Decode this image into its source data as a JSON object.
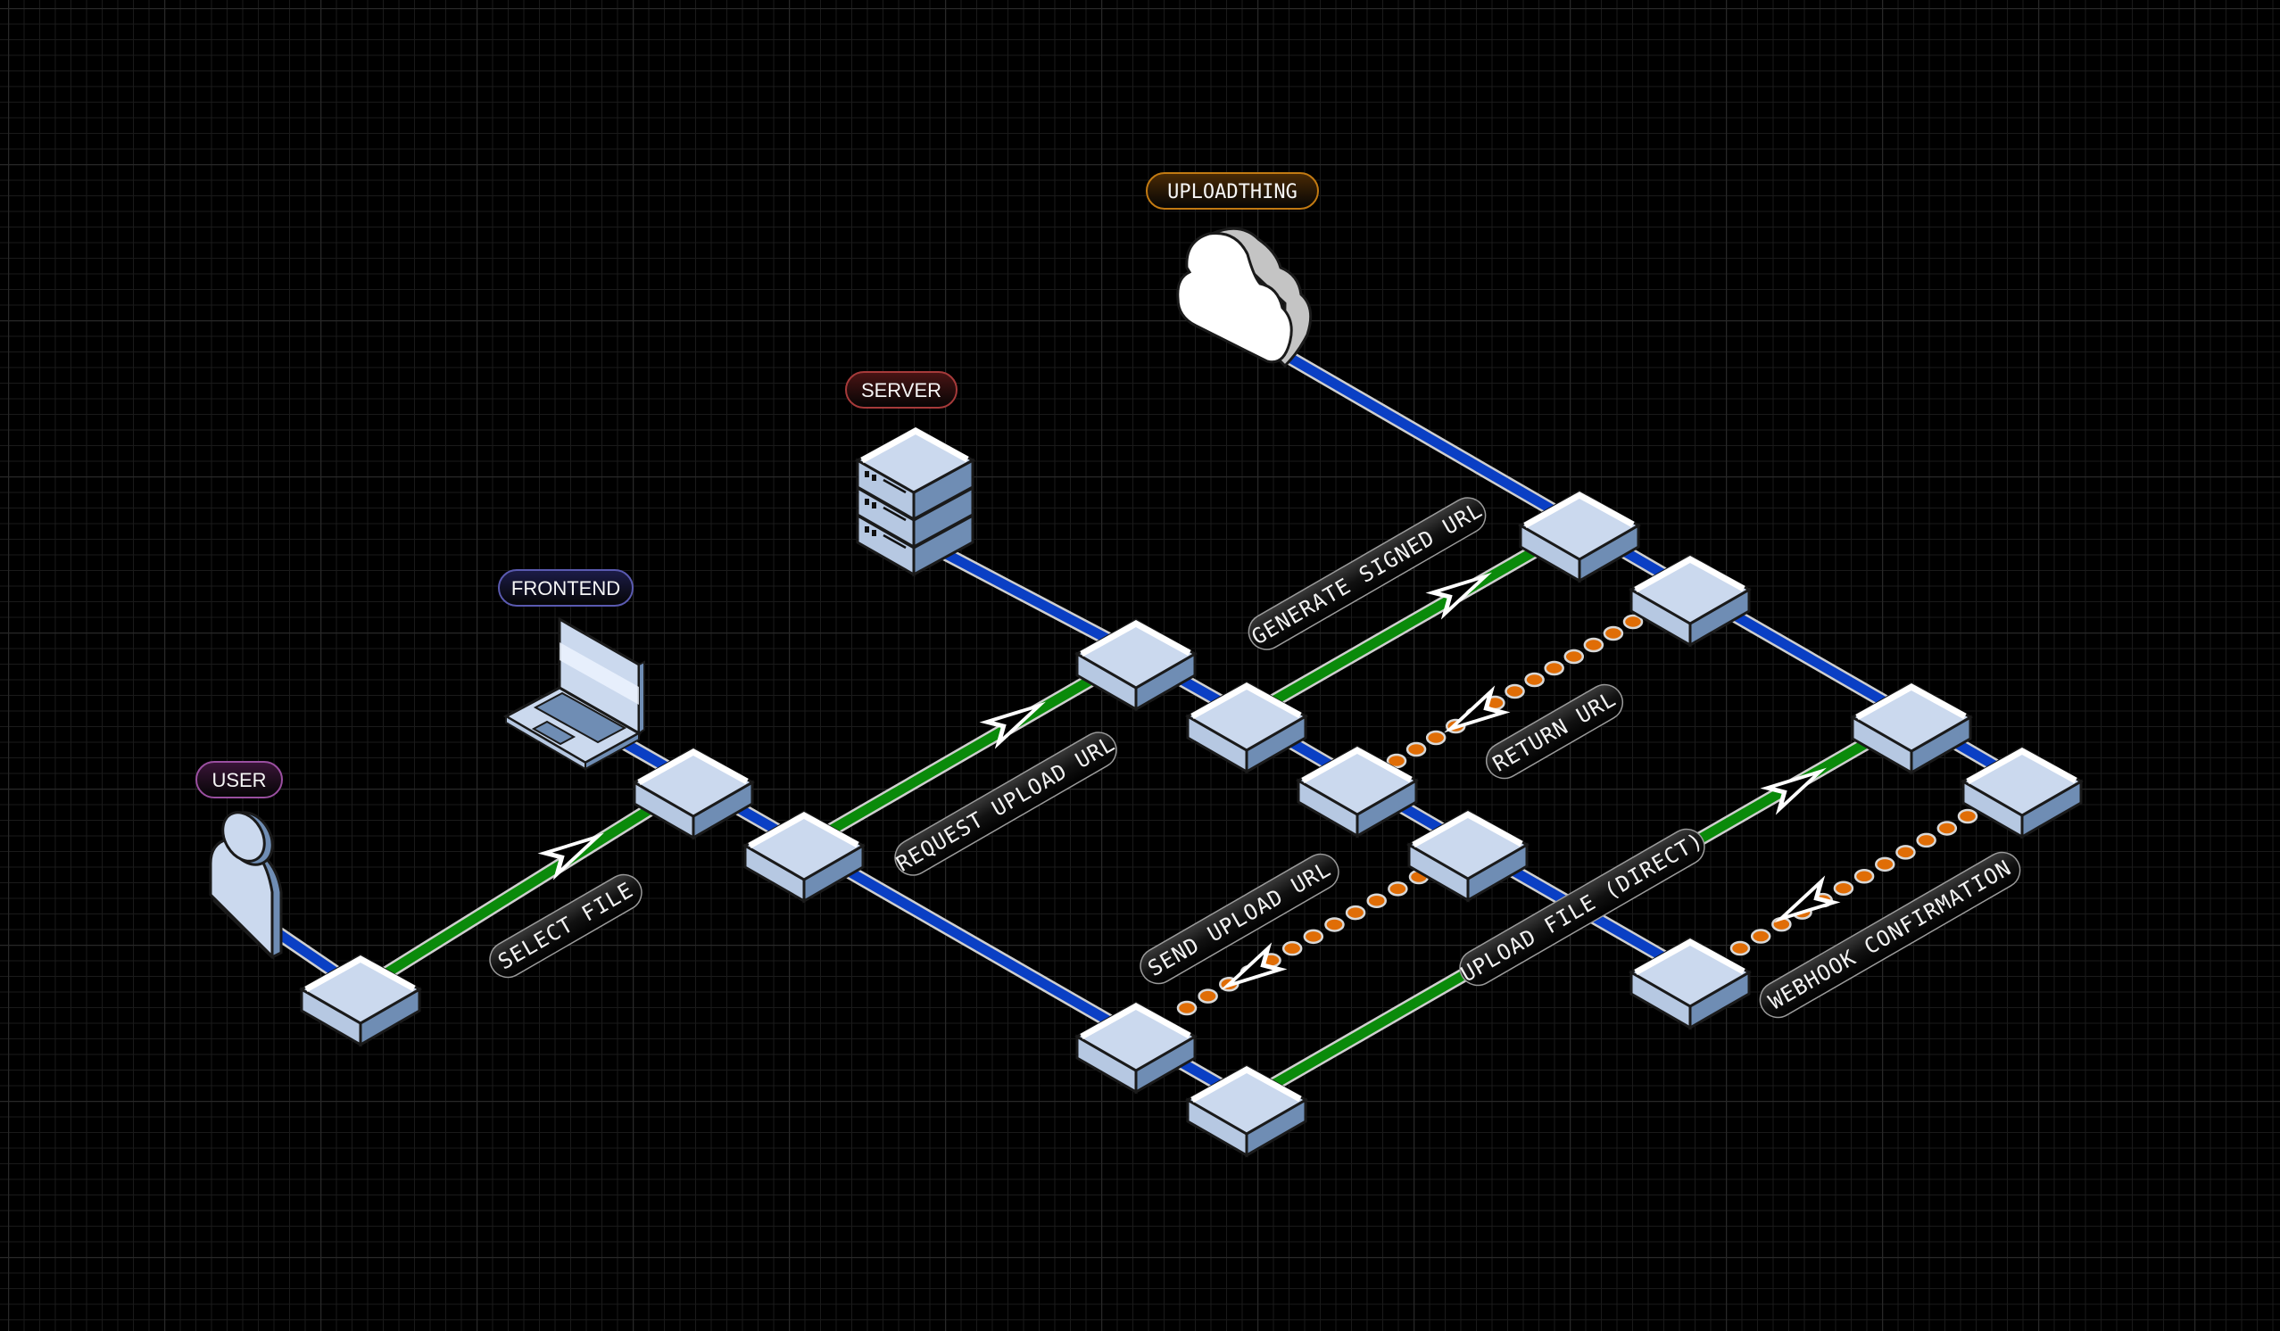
{
  "diagram": {
    "title": "File upload flow via UploadThing",
    "colors": {
      "background": "#000000",
      "grid_minor": "#1a1a1a",
      "grid_major": "#262626",
      "flow_line": "#0a8a0a",
      "backbone_line": "#0a3fc4",
      "response_dot": "#e06d06",
      "node_top": "#cbd9ee",
      "node_left": "#b6c8e2",
      "node_right": "#6f8db4"
    },
    "actors": [
      {
        "id": "user",
        "label": "USER",
        "icon": "person-icon",
        "accent": "#9a4fa0",
        "fill": "#3a1538"
      },
      {
        "id": "frontend",
        "label": "FRONTEND",
        "icon": "laptop-icon",
        "accent": "#5a5ab0",
        "fill": "#1c1c48"
      },
      {
        "id": "server",
        "label": "SERVER",
        "icon": "server-rack-icon",
        "accent": "#a63a3a",
        "fill": "#4a1414"
      },
      {
        "id": "uploadthing",
        "label": "UPLOADTHING",
        "icon": "cloud-icon",
        "accent": "#c27a12",
        "fill": "#4a2a05"
      }
    ],
    "steps": [
      {
        "n": 1,
        "label": "SELECT FILE",
        "from": "user",
        "to": "frontend",
        "kind": "request"
      },
      {
        "n": 2,
        "label": "REQUEST UPLOAD URL",
        "from": "frontend",
        "to": "server",
        "kind": "request"
      },
      {
        "n": 3,
        "label": "GENERATE SIGNED URL",
        "from": "server",
        "to": "uploadthing",
        "kind": "request"
      },
      {
        "n": 4,
        "label": "RETURN URL",
        "from": "uploadthing",
        "to": "server",
        "kind": "response"
      },
      {
        "n": 5,
        "label": "SEND UPLOAD URL",
        "from": "server",
        "to": "frontend",
        "kind": "response"
      },
      {
        "n": 6,
        "label": "UPLOAD FILE (DIRECT)",
        "from": "frontend",
        "to": "uploadthing",
        "kind": "request"
      },
      {
        "n": 7,
        "label": "WEBHOOK CONFIRMATION",
        "from": "uploadthing",
        "to": "server",
        "kind": "response"
      }
    ]
  }
}
